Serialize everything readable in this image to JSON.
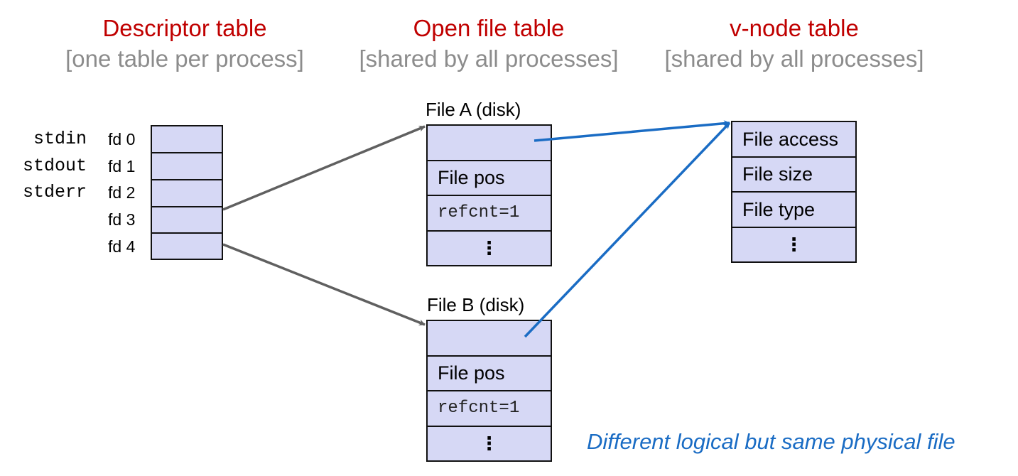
{
  "headers": {
    "descriptor": {
      "title": "Descriptor table",
      "subtitle": "[one table per process]"
    },
    "open_file": {
      "title": "Open file table",
      "subtitle": "[shared by all processes]"
    },
    "vnode": {
      "title": "v-node table",
      "subtitle": "[shared by all processes]"
    }
  },
  "descriptor_table": {
    "streams": [
      "stdin",
      "stdout",
      "stderr"
    ],
    "fds": [
      "fd 0",
      "fd 1",
      "fd 2",
      "fd 3",
      "fd 4"
    ]
  },
  "file_a": {
    "label": "File A (disk)",
    "pos": "File pos",
    "refcnt": "refcnt=1",
    "dots": "⋮"
  },
  "file_b": {
    "label": "File B (disk)",
    "pos": "File pos",
    "refcnt": "refcnt=1",
    "dots": "⋮"
  },
  "vnode_table": {
    "rows": [
      "File access",
      "File size",
      "File type"
    ],
    "dots": "⋮"
  },
  "caption": "Different logical but same physical file",
  "colors": {
    "title_red": "#c00000",
    "subtitle_gray": "#8c8c8c",
    "cell_fill": "#d6d8f5",
    "gray_arrow": "#606060",
    "blue_arrow": "#1a6cc4"
  }
}
